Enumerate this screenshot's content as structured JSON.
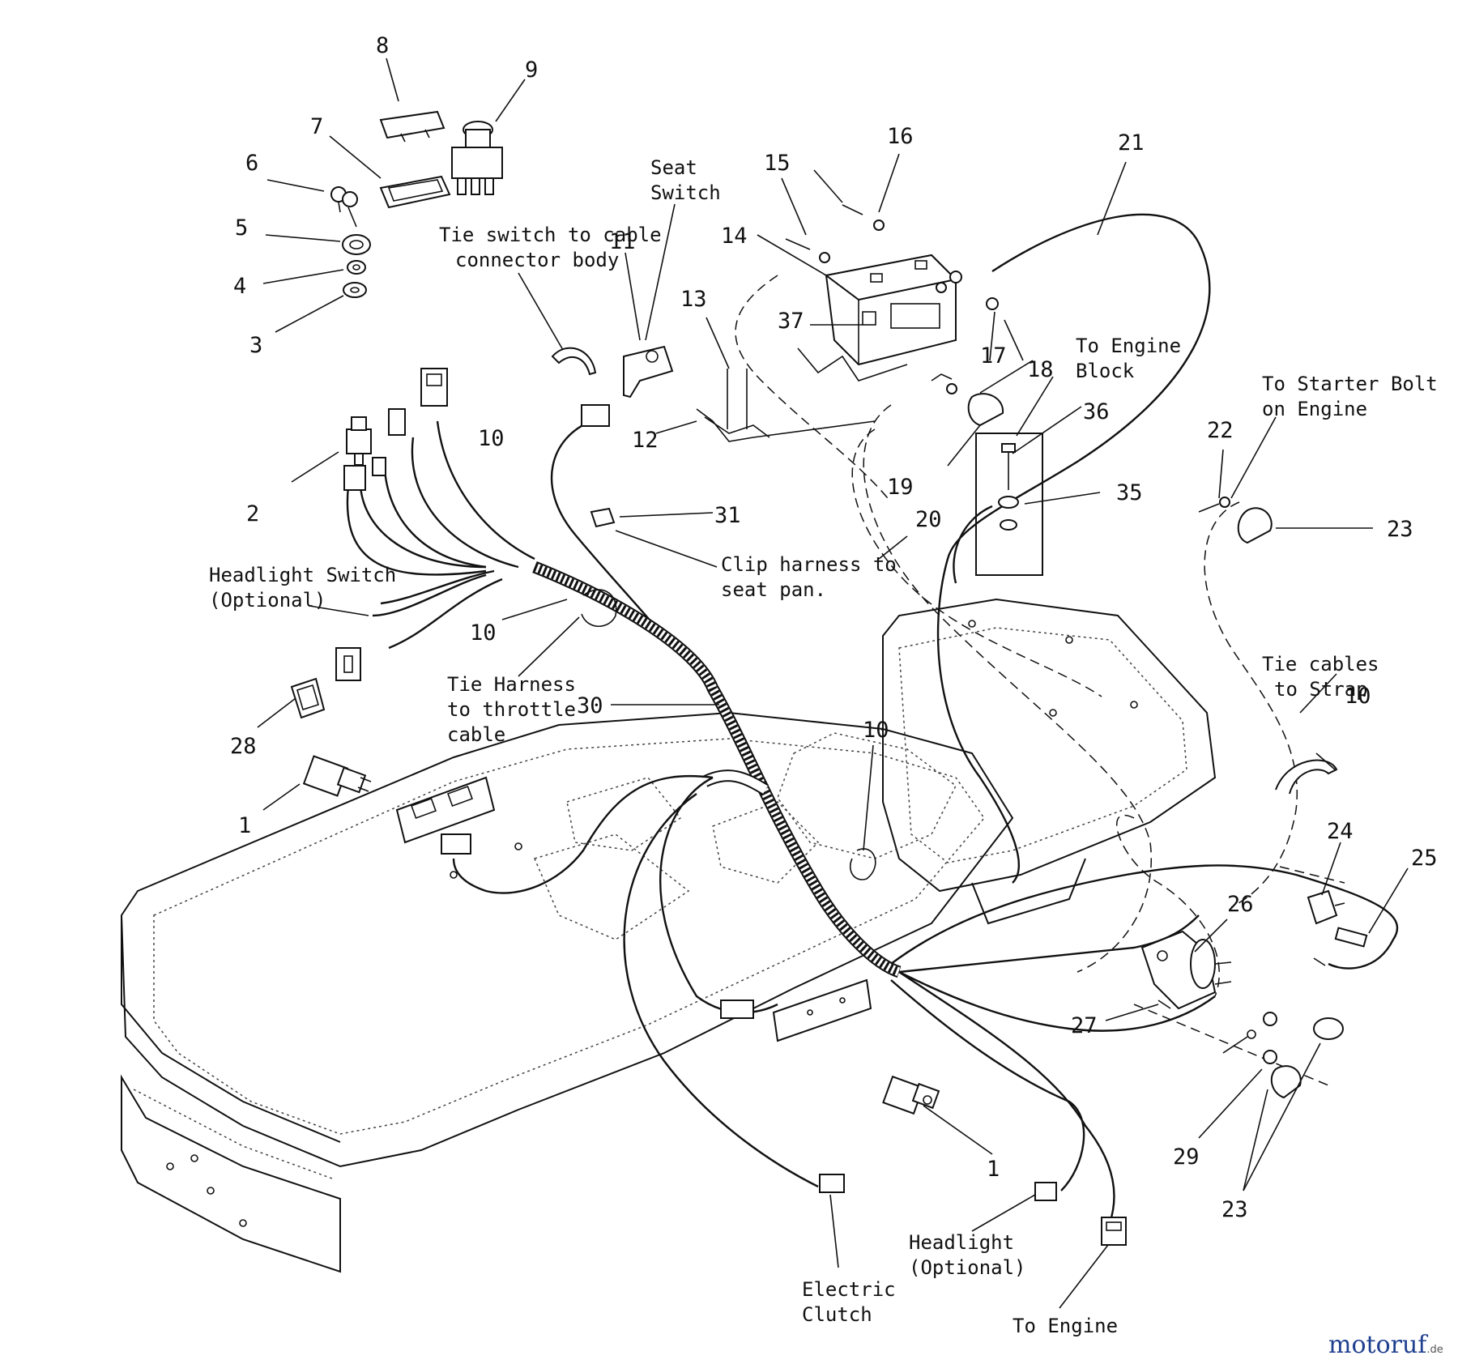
{
  "labels": {
    "n1a": "1",
    "n1b": "1",
    "n2": "2",
    "n3": "3",
    "n4": "4",
    "n5": "5",
    "n6": "6",
    "n7": "7",
    "n8": "8",
    "n9": "9",
    "n10a": "10",
    "n10b": "10",
    "n10c": "10",
    "n10d": "10",
    "n11": "11",
    "n12": "12",
    "n13": "13",
    "n14": "14",
    "n15": "15",
    "n16": "16",
    "n17": "17",
    "n18": "18",
    "n19": "19",
    "n20": "20",
    "n21": "21",
    "n22": "22",
    "n23a": "23",
    "n23b": "23",
    "n24": "24",
    "n25": "25",
    "n26": "26",
    "n27": "27",
    "n28": "28",
    "n29": "29",
    "n30": "30",
    "n31": "31",
    "n35": "35",
    "n36": "36",
    "n37": "37"
  },
  "notes": {
    "seat_switch": [
      "Seat",
      "Switch"
    ],
    "tie_switch": [
      "Tie switch to cable",
      "connector body"
    ],
    "to_engine_block": [
      "To Engine",
      "Block"
    ],
    "to_starter_bolt": [
      "To Starter Bolt",
      "on Engine"
    ],
    "clip_harness": [
      "Clip harness to",
      "seat pan."
    ],
    "headlight_switch": [
      "Headlight Switch",
      "(Optional)"
    ],
    "tie_harness": [
      "Tie Harness",
      "to throttle",
      "cable"
    ],
    "tie_cables": [
      "Tie cables",
      "to Strap"
    ],
    "electric_clutch": [
      "Electric",
      "Clutch"
    ],
    "headlight": [
      "Headlight",
      "(Optional)"
    ],
    "to_engine": [
      "To Engine"
    ]
  },
  "watermark": {
    "name": "motoruf",
    "suffix": ".de"
  }
}
